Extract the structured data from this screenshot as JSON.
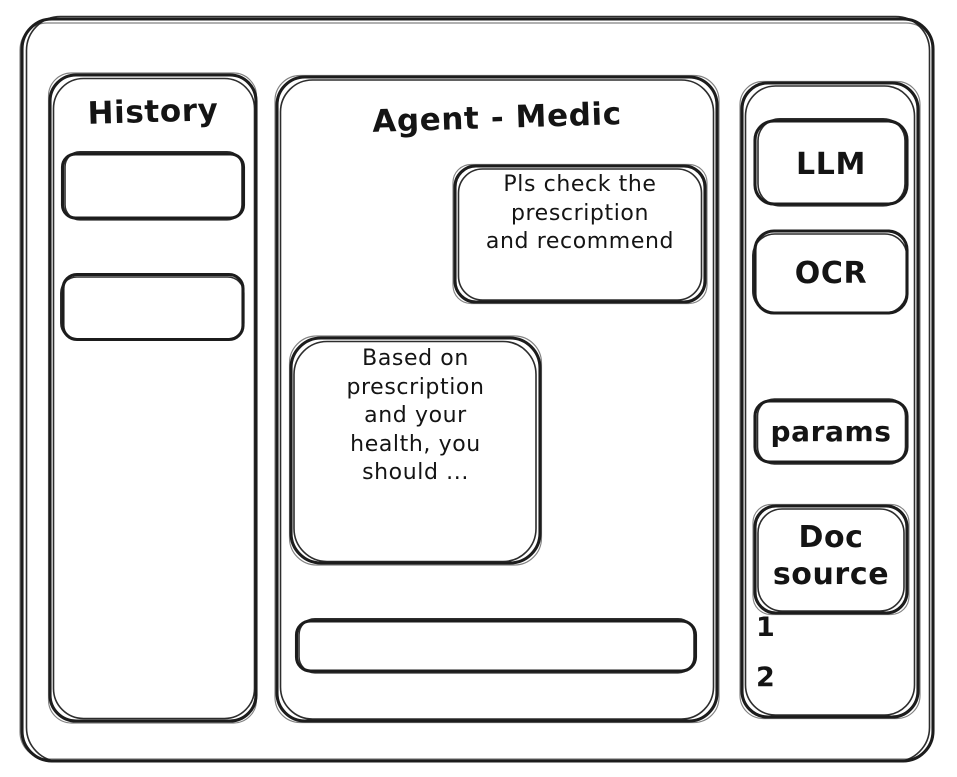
{
  "window": {
    "name": "agent-wireframe"
  },
  "sidebar": {
    "title": "History",
    "items": [
      {
        "label": ""
      },
      {
        "label": ""
      }
    ]
  },
  "main": {
    "title": "Agent - Medic",
    "messages": [
      {
        "role": "user",
        "text": "Pls check the\nprescription\nand recommend"
      },
      {
        "role": "assistant",
        "text": "Based on\nprescription\nand your\nhealth, you\nshould ..."
      }
    ],
    "composer": {
      "value": "",
      "placeholder": ""
    }
  },
  "tools": {
    "items": [
      {
        "label": "LLM"
      },
      {
        "label": "OCR"
      },
      {
        "label": "params"
      },
      {
        "label": "Doc\nsource"
      }
    ],
    "doc_sources": [
      {
        "label": "1"
      },
      {
        "label": "2"
      }
    ]
  },
  "style": {
    "ink": "#1c1c1c",
    "paper": "#ffffff"
  }
}
